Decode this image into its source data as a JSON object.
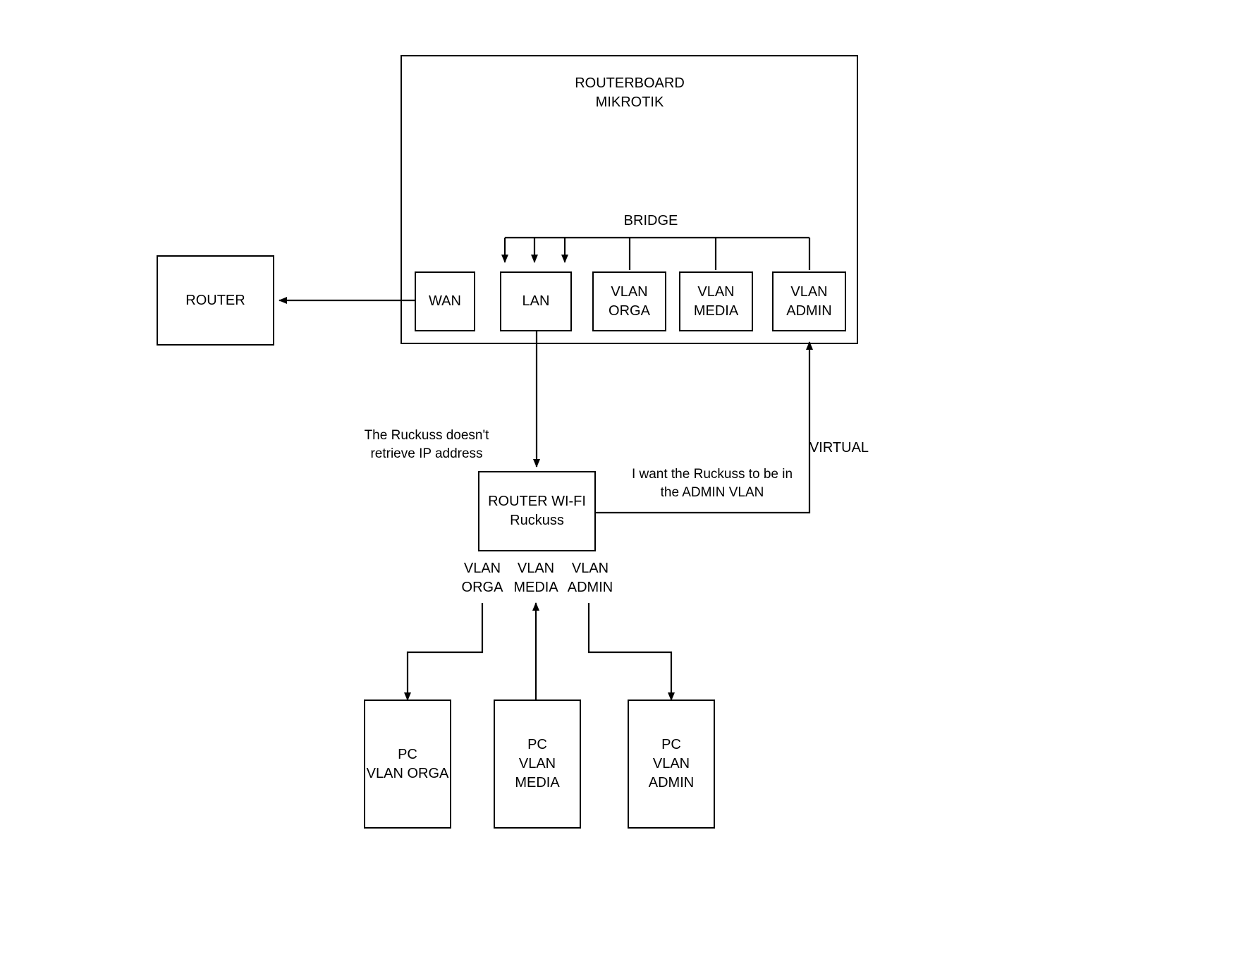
{
  "diagram": {
    "title": "Mikrotik RouterBoard VLAN / Ruckuss Wi-Fi topology",
    "stroke_color": "#000000",
    "background_color": "#ffffff",
    "containers": [
      {
        "id": "routerboard",
        "label": "ROUTERBOARD\nMIKROTIK"
      }
    ],
    "nodes": [
      {
        "id": "router",
        "label": "ROUTER"
      },
      {
        "id": "wan",
        "label": "WAN"
      },
      {
        "id": "lan",
        "label": "LAN"
      },
      {
        "id": "vlan-orga",
        "label": "VLAN\nORGA"
      },
      {
        "id": "vlan-media",
        "label": "VLAN\nMEDIA"
      },
      {
        "id": "vlan-admin",
        "label": "VLAN\nADMIN"
      },
      {
        "id": "router-wifi",
        "label": "ROUTER WI-FI\nRuckuss"
      },
      {
        "id": "pc-orga",
        "label": "PC\nVLAN ORGA"
      },
      {
        "id": "pc-media",
        "label": "PC\nVLAN MEDIA"
      },
      {
        "id": "pc-admin",
        "label": "PC\nVLAN ADMIN"
      }
    ],
    "labels": [
      {
        "id": "bridge",
        "text": "BRIDGE"
      },
      {
        "id": "note-no-ip",
        "text": "The Ruckuss doesn't\nretrieve IP address"
      },
      {
        "id": "note-admin-vlan",
        "text": "I want the Ruckuss to be in\nthe ADMIN VLAN"
      },
      {
        "id": "virtual",
        "text": "VIRTUAL"
      },
      {
        "id": "wifi-vlan-orga",
        "text": "VLAN\nORGA"
      },
      {
        "id": "wifi-vlan-media",
        "text": "VLAN\nMEDIA"
      },
      {
        "id": "wifi-vlan-admin",
        "text": "VLAN\nADMIN"
      }
    ]
  }
}
